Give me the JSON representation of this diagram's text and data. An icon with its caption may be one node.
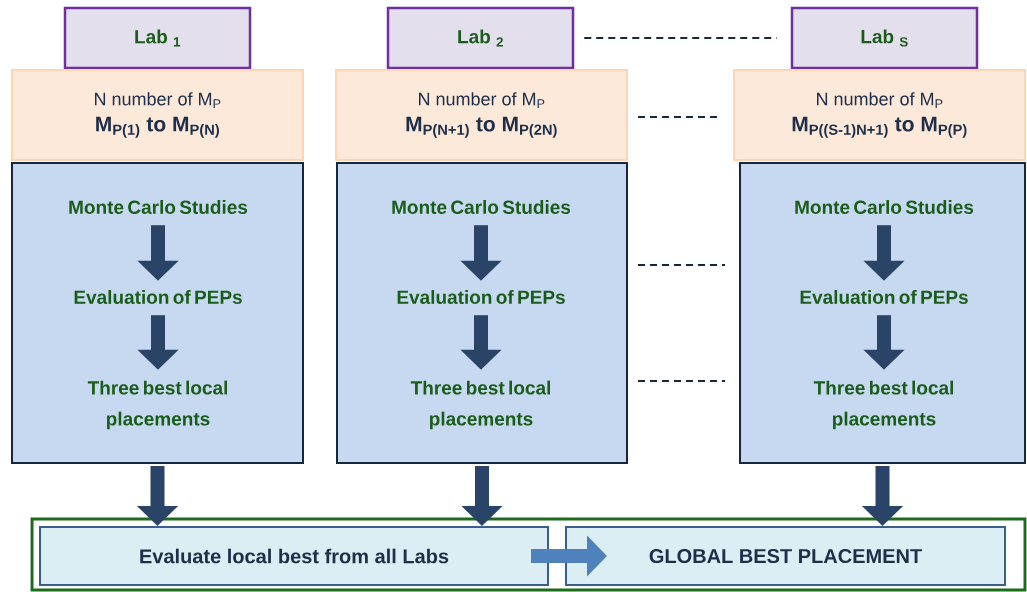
{
  "diagram": {
    "nodes": [
      {
        "text": [
          "Lab $_{1}$"
        ]
      },
      {
        "text": [
          "N number of M$_{P}$",
          "M$_{P(1)}$ to M$_{P(N)}$"
        ]
      },
      {
        "text": [],
        "shape": "box"
      },
      {
        "text": [
          "Monte Carlo Studies"
        ],
        "in": 2
      },
      {
        "text": [
          "Evaluation of PEPs"
        ],
        "in": 2
      },
      {
        "text": [
          "Three best local placements"
        ],
        "in": 2
      },
      {
        "text": [
          "Lab $_{2}$"
        ]
      },
      {
        "text": [
          "N number of M$_{P}$",
          "M$_{P(N+1)}$ to M$_{P(2N)}$"
        ]
      },
      {
        "text": [],
        "shape": "box"
      },
      {
        "text": [
          "Monte Carlo Studies"
        ],
        "in": 8
      },
      {
        "text": [
          "Evaluation of PEPs"
        ],
        "in": 8
      },
      {
        "text": [
          "Three best local placements"
        ],
        "in": 8
      },
      {
        "text": [
          "Lab $_{S}$"
        ]
      },
      {
        "text": [
          "N number of M$_{P}$",
          "M$_{P((S-1)N+1)}$ to M$_{P(P)}$"
        ]
      },
      {
        "text": [],
        "shape": "box"
      },
      {
        "text": [
          "Monte Carlo Studies"
        ],
        "in": 14
      },
      {
        "text": [
          "Evaluation of PEPs"
        ],
        "in": 14
      },
      {
        "text": [
          "Three best local placements"
        ],
        "in": 14
      },
      {
        "text": [],
        "shape": "box"
      },
      {
        "text": [
          "Evaluate local best from all Labs"
        ],
        "in": 18
      },
      {
        "text": [
          "GLOBAL BEST PLACEMENT"
        ],
        "in": 18
      }
    ],
    "edges": [
      {
        "from": 3,
        "to": 4,
        "arrow": "to"
      },
      {
        "from": 4,
        "to": 5,
        "arrow": "to"
      },
      {
        "from": 9,
        "to": 10,
        "arrow": "to"
      },
      {
        "from": 10,
        "to": 11,
        "arrow": "to"
      },
      {
        "from": 15,
        "to": 16,
        "arrow": "to"
      },
      {
        "from": 16,
        "to": 17,
        "arrow": "to"
      },
      {
        "from": 2,
        "to": 19,
        "arrow": "to"
      },
      {
        "from": 8,
        "to": 19,
        "arrow": "to"
      },
      {
        "from": 14,
        "to": 20,
        "arrow": "to"
      },
      {
        "from": 19,
        "to": 20,
        "arrow": "to",
        "color": "#4f81bd"
      },
      {
        "from": 6,
        "to": 12,
        "arrow": "none",
        "style": "dashed"
      },
      {
        "from": 7,
        "to": 13,
        "arrow": "none",
        "style": "dashed"
      },
      {
        "from": 8,
        "to": 14,
        "arrow": "none",
        "style": "dashed"
      },
      {
        "from": 8,
        "to": 14,
        "arrow": "none",
        "style": "dashed"
      }
    ]
  }
}
